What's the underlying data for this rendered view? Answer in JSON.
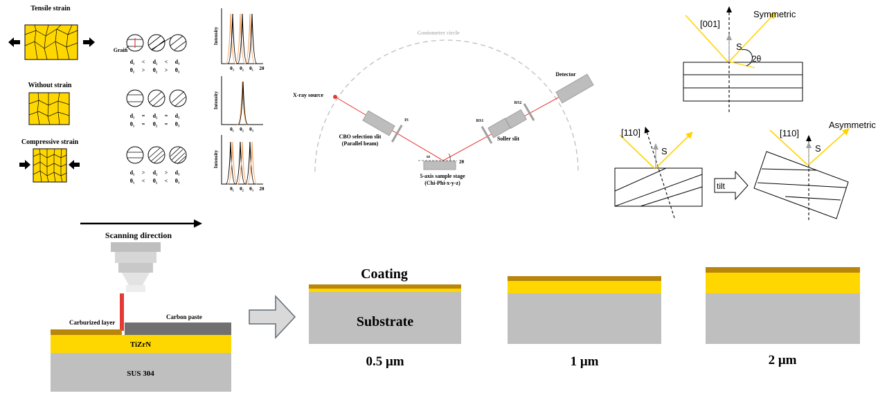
{
  "colors": {
    "gold": "#FFD700",
    "gold_dark": "#B8860B",
    "gray": "#BFBFBF",
    "gray_dark": "#808080",
    "beam": "#E53935",
    "orange_peak": "#F4A460",
    "yellow_ray": "#FFD400"
  },
  "strain_panel": {
    "tensile": {
      "title": "Tensile strain",
      "grain_label": "Grain",
      "d_relation": [
        "d₁",
        "<",
        "d₂",
        "<",
        "d₃"
      ],
      "theta_relation": [
        "θ₁",
        ">",
        "θ₂",
        ">",
        "θ₃"
      ]
    },
    "none": {
      "title": "Without strain",
      "d_relation": [
        "d₁",
        "=",
        "d₂",
        "=",
        "d₃"
      ],
      "theta_relation": [
        "θ₁",
        "=",
        "θ₂",
        "=",
        "θ₃"
      ]
    },
    "compressive": {
      "title": "Compressive strain",
      "d_relation": [
        "d₁",
        ">",
        "d₂",
        ">",
        "d₃"
      ],
      "theta_relation": [
        "θ₁",
        "<",
        "θ₂",
        "<",
        "θ₃"
      ]
    },
    "axis": {
      "ylabel": "Intensity",
      "xticks_top": [
        "θ₃",
        "θ₂",
        "θ₁",
        "2θ"
      ],
      "xticks_mid": [
        "θ₁",
        "θ₂",
        "θ₃"
      ],
      "xticks_bottom": [
        "θ₁",
        "θ₂",
        "θ₃",
        "2θ"
      ]
    }
  },
  "goniometer": {
    "circle_label": "Goniometer circle",
    "xray_source": "X-ray source",
    "cbo_slit": "CBO selection slit",
    "cbo_slit_sub": "(Parallel beam)",
    "is_label": "IS",
    "stage": "5-axis sample stage",
    "stage_sub": "(Chi-Phi-x-y-z)",
    "omega": "ω",
    "two_theta": "2θ",
    "rs1": "RS1",
    "rs2": "RS2",
    "soller": "Soller slit",
    "detector": "Detector"
  },
  "geometry": {
    "symmetric": {
      "title": "Symmetric",
      "direction": "[001]",
      "s_label": "S",
      "angle": "2θ"
    },
    "asymmetric": {
      "title": "Asymmetric",
      "direction_left": "[110]",
      "direction_right": "[110]",
      "s_label": "S",
      "tilt": "tilt"
    }
  },
  "laser": {
    "scan_label": "Scanning direction",
    "carburized": "Carburized  layer",
    "carbon_paste": "Carbon paste",
    "tizrn": "TiZrN",
    "substrate": "SUS 304"
  },
  "coatings": {
    "coating_label": "Coating",
    "substrate_label": "Substrate",
    "thickness": [
      "0.5 μm",
      "1 μm",
      "2 μm"
    ]
  }
}
